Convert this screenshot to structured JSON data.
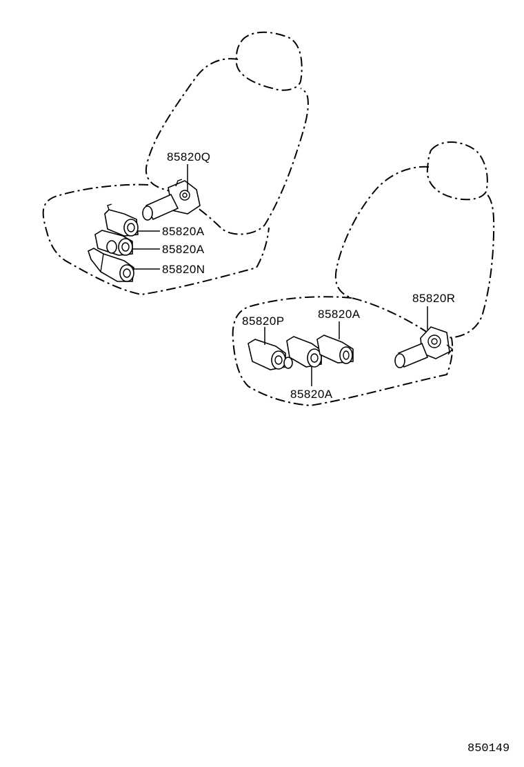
{
  "labels": {
    "left_seat": {
      "part_q": "85820Q",
      "part_a1": "85820A",
      "part_a2": "85820A",
      "part_n": "85820N"
    },
    "right_seat": {
      "part_r": "85820R",
      "part_p": "85820P",
      "part_a_top": "85820A",
      "part_a_bottom": "85820A"
    }
  },
  "reference_number": "850149"
}
